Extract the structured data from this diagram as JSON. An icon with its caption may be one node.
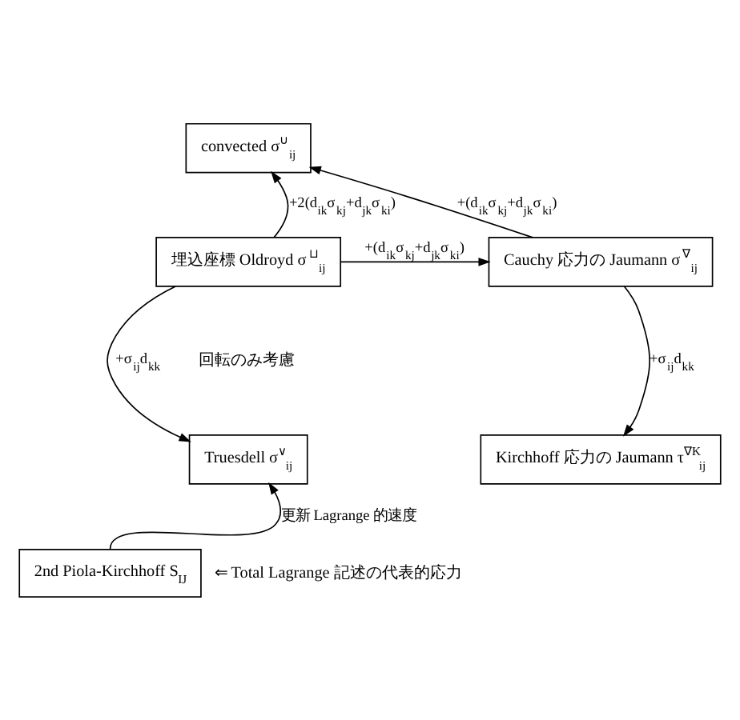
{
  "diagram": {
    "nodes": [
      {
        "text": [
          "convected σ$^{∪}$$_{ij}$"
        ]
      },
      {
        "text": [
          "埋込座標 Oldroyd σ$^{⊔}$$_{ij}$"
        ]
      },
      {
        "text": [
          "Cauchy 応力の Jaumann σ$^{∇}$$_{ij}$"
        ]
      },
      {
        "text": [
          "Truesdell σ$^{∨}$$_{ij}$"
        ]
      },
      {
        "text": [
          "Kirchhoff 応力の Jaumann τ$^{∇K}$$_{ij}$"
        ]
      },
      {
        "text": [
          "2nd Piola-Kirchhoff S$_{IJ}$"
        ],
        "beside": [
          "⇐ Total Lagrange 記述の代表的応力"
        ]
      }
    ],
    "edges": [
      {
        "from": 1,
        "to": 2,
        "arrow": "to",
        "label": "+(d$_{ik}$σ$_{kj}$+d$_{jk}$σ$_{ki}$)"
      },
      {
        "from": 2,
        "to": 0,
        "arrow": "to",
        "label": "+(d$_{ik}$σ$_{kj}$+d$_{jk}$σ$_{ki}$)"
      },
      {
        "from": 1,
        "to": 0,
        "arrow": "to",
        "label": "+2(d$_{ik}$σ$_{kj}$+d$_{jk}$σ$_{ki}$)"
      },
      {
        "from": 1,
        "to": 3,
        "arrow": "to",
        "label": "+σ$_{ij}$d$_{kk}$"
      },
      {
        "from": 2,
        "to": 4,
        "arrow": "to",
        "label": "+σ$_{ij}$d$_{kk}$"
      },
      {
        "from": 5,
        "to": 3,
        "arrow": "to",
        "label": "更新 Lagrange 的速度"
      }
    ],
    "labels": [
      "回転のみ考慮"
    ]
  }
}
